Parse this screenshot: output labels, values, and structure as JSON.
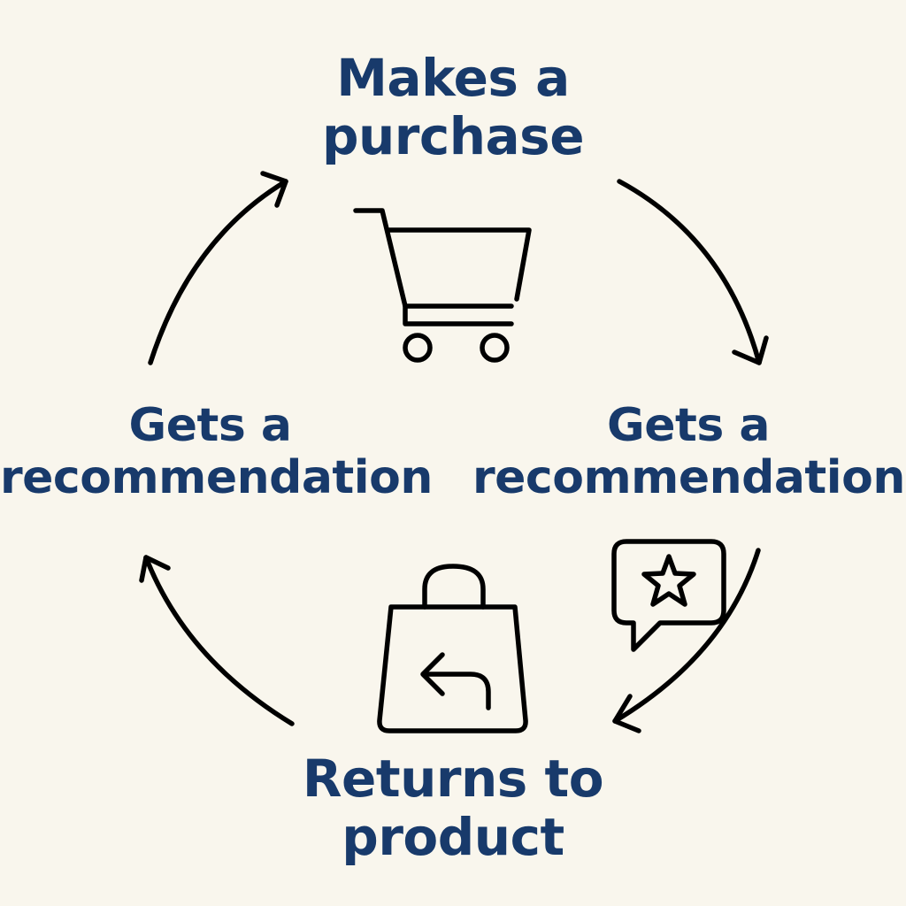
{
  "nodes": {
    "top": {
      "line1": "Makes a",
      "line2": "purchase",
      "icon": "shopping-cart-icon"
    },
    "right": {
      "line1": "Gets a",
      "line2": "recommendation",
      "icon": "star-chat-bubble-icon"
    },
    "bottom": {
      "line1": "Returns to",
      "line2": "product",
      "icon": "shopping-bag-return-icon"
    },
    "left": {
      "line1": "Gets a",
      "line2": "recommendation"
    }
  },
  "colors": {
    "background": "#f9f6ed",
    "text": "#183a6b",
    "stroke": "#000000"
  }
}
